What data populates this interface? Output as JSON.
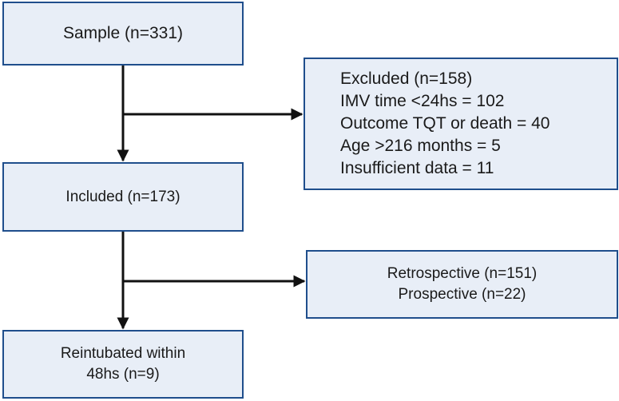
{
  "boxes": {
    "sample": {
      "lines": [
        "Sample (n=331)"
      ]
    },
    "excluded": {
      "lines": [
        "Excluded (n=158)",
        "IMV time <24hs = 102",
        "Outcome TQT or death = 40",
        "Age >216 months = 5",
        "Insufficient data = 11"
      ]
    },
    "included": {
      "lines": [
        "Included (n=173)"
      ]
    },
    "cohort": {
      "lines": [
        "Retrospective (n=151)",
        "Prospective (n=22)"
      ]
    },
    "reintubated": {
      "lines": [
        "Reintubated within",
        "48hs (n=9)"
      ]
    }
  },
  "colors": {
    "box_fill": "#e8eef7",
    "box_border": "#1f4e8c",
    "arrow": "#111111"
  }
}
